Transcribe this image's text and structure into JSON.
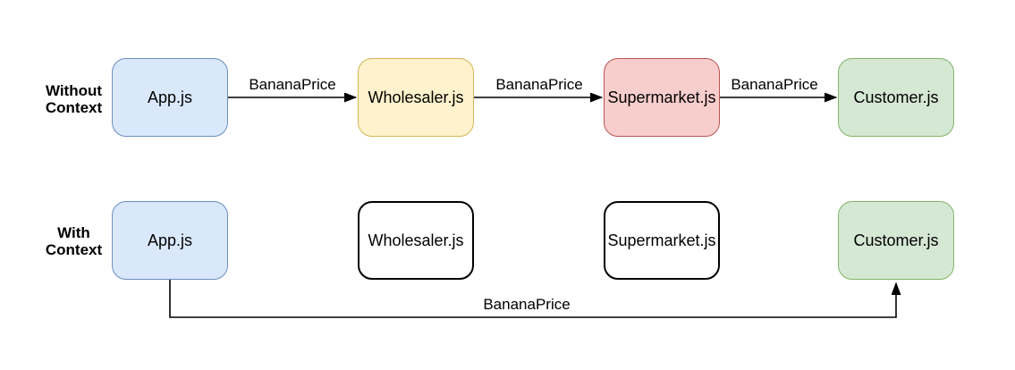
{
  "canvas": {
    "background": "#ffffff",
    "arrow_color": "#000000",
    "text_color": "#000000"
  },
  "rows": {
    "without": {
      "row_label_line1": "Without",
      "row_label_line2": "Context",
      "nodes": [
        {
          "label": "App.js",
          "fill": "#dae8fc",
          "border": "#6c8ebf"
        },
        {
          "label": "Wholesaler.js",
          "fill": "#fff2cc",
          "border": "#d6b656"
        },
        {
          "label": "Supermarket.js",
          "fill": "#f8cecc",
          "border": "#b85450"
        },
        {
          "label": "Customer.js",
          "fill": "#d5e8d4",
          "border": "#82b366"
        }
      ],
      "edges": [
        {
          "label": "BananaPrice"
        },
        {
          "label": "BananaPrice"
        },
        {
          "label": "BananaPrice"
        }
      ]
    },
    "with": {
      "row_label_line1": "With",
      "row_label_line2": "Context",
      "nodes": [
        {
          "label": "App.js",
          "fill": "#dae8fc",
          "border": "#6c8ebf"
        },
        {
          "label": "Wholesaler.js",
          "fill": "#ffffff",
          "border": "#000000"
        },
        {
          "label": "Supermarket.js",
          "fill": "#ffffff",
          "border": "#000000"
        },
        {
          "label": "Customer.js",
          "fill": "#d5e8d4",
          "border": "#82b366"
        }
      ],
      "edges": [
        {
          "label": "BananaPrice"
        }
      ]
    }
  }
}
